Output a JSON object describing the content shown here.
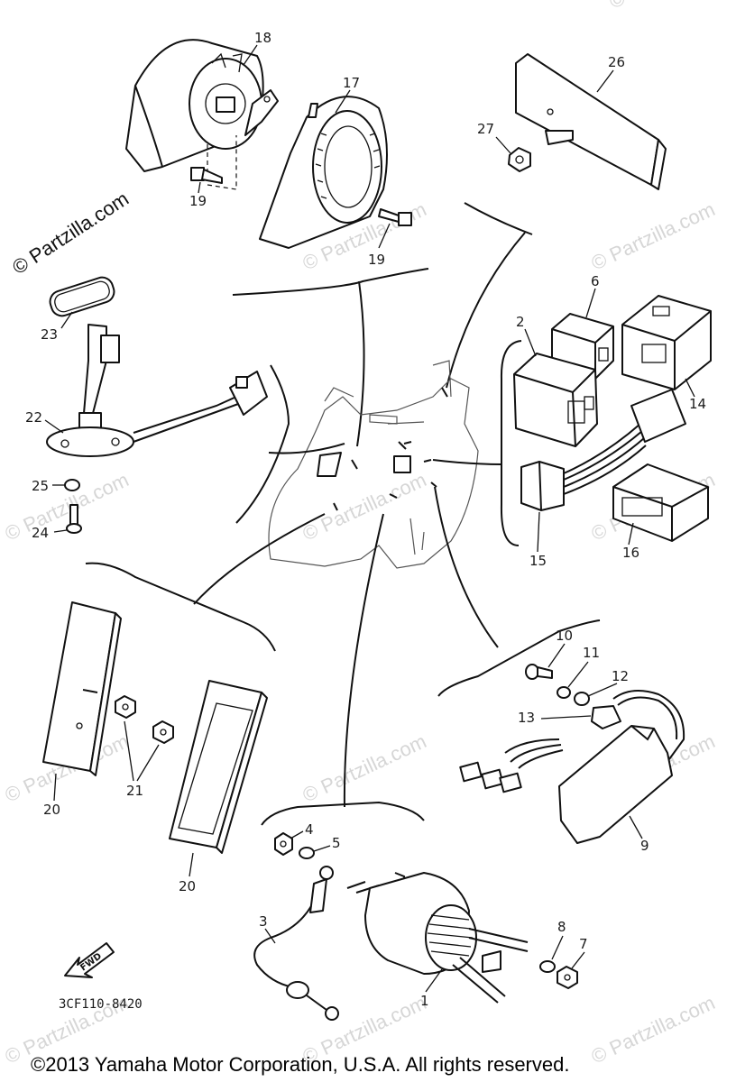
{
  "diagram": {
    "code": "3CF110-8420",
    "fwd_label": "FWD",
    "copyright": "©2013  Yamaha Motor Corporation, U.S.A. All rights reserved.",
    "watermark": "© Partzilla.com",
    "watermark_short": "© Partzilla"
  },
  "callouts": {
    "n1": "1",
    "n2": "2",
    "n3": "3",
    "n4": "4",
    "n5": "5",
    "n6": "6",
    "n7": "7",
    "n8": "8",
    "n9": "9",
    "n10": "10",
    "n11": "11",
    "n12": "12",
    "n13": "13",
    "n14": "14",
    "n15": "15",
    "n16": "16",
    "n17": "17",
    "n18": "18",
    "n19a": "19",
    "n19b": "19",
    "n20a": "20",
    "n20b": "20",
    "n21": "21",
    "n22": "22",
    "n23": "23",
    "n24": "24",
    "n25": "25",
    "n26": "26",
    "n27": "27"
  }
}
